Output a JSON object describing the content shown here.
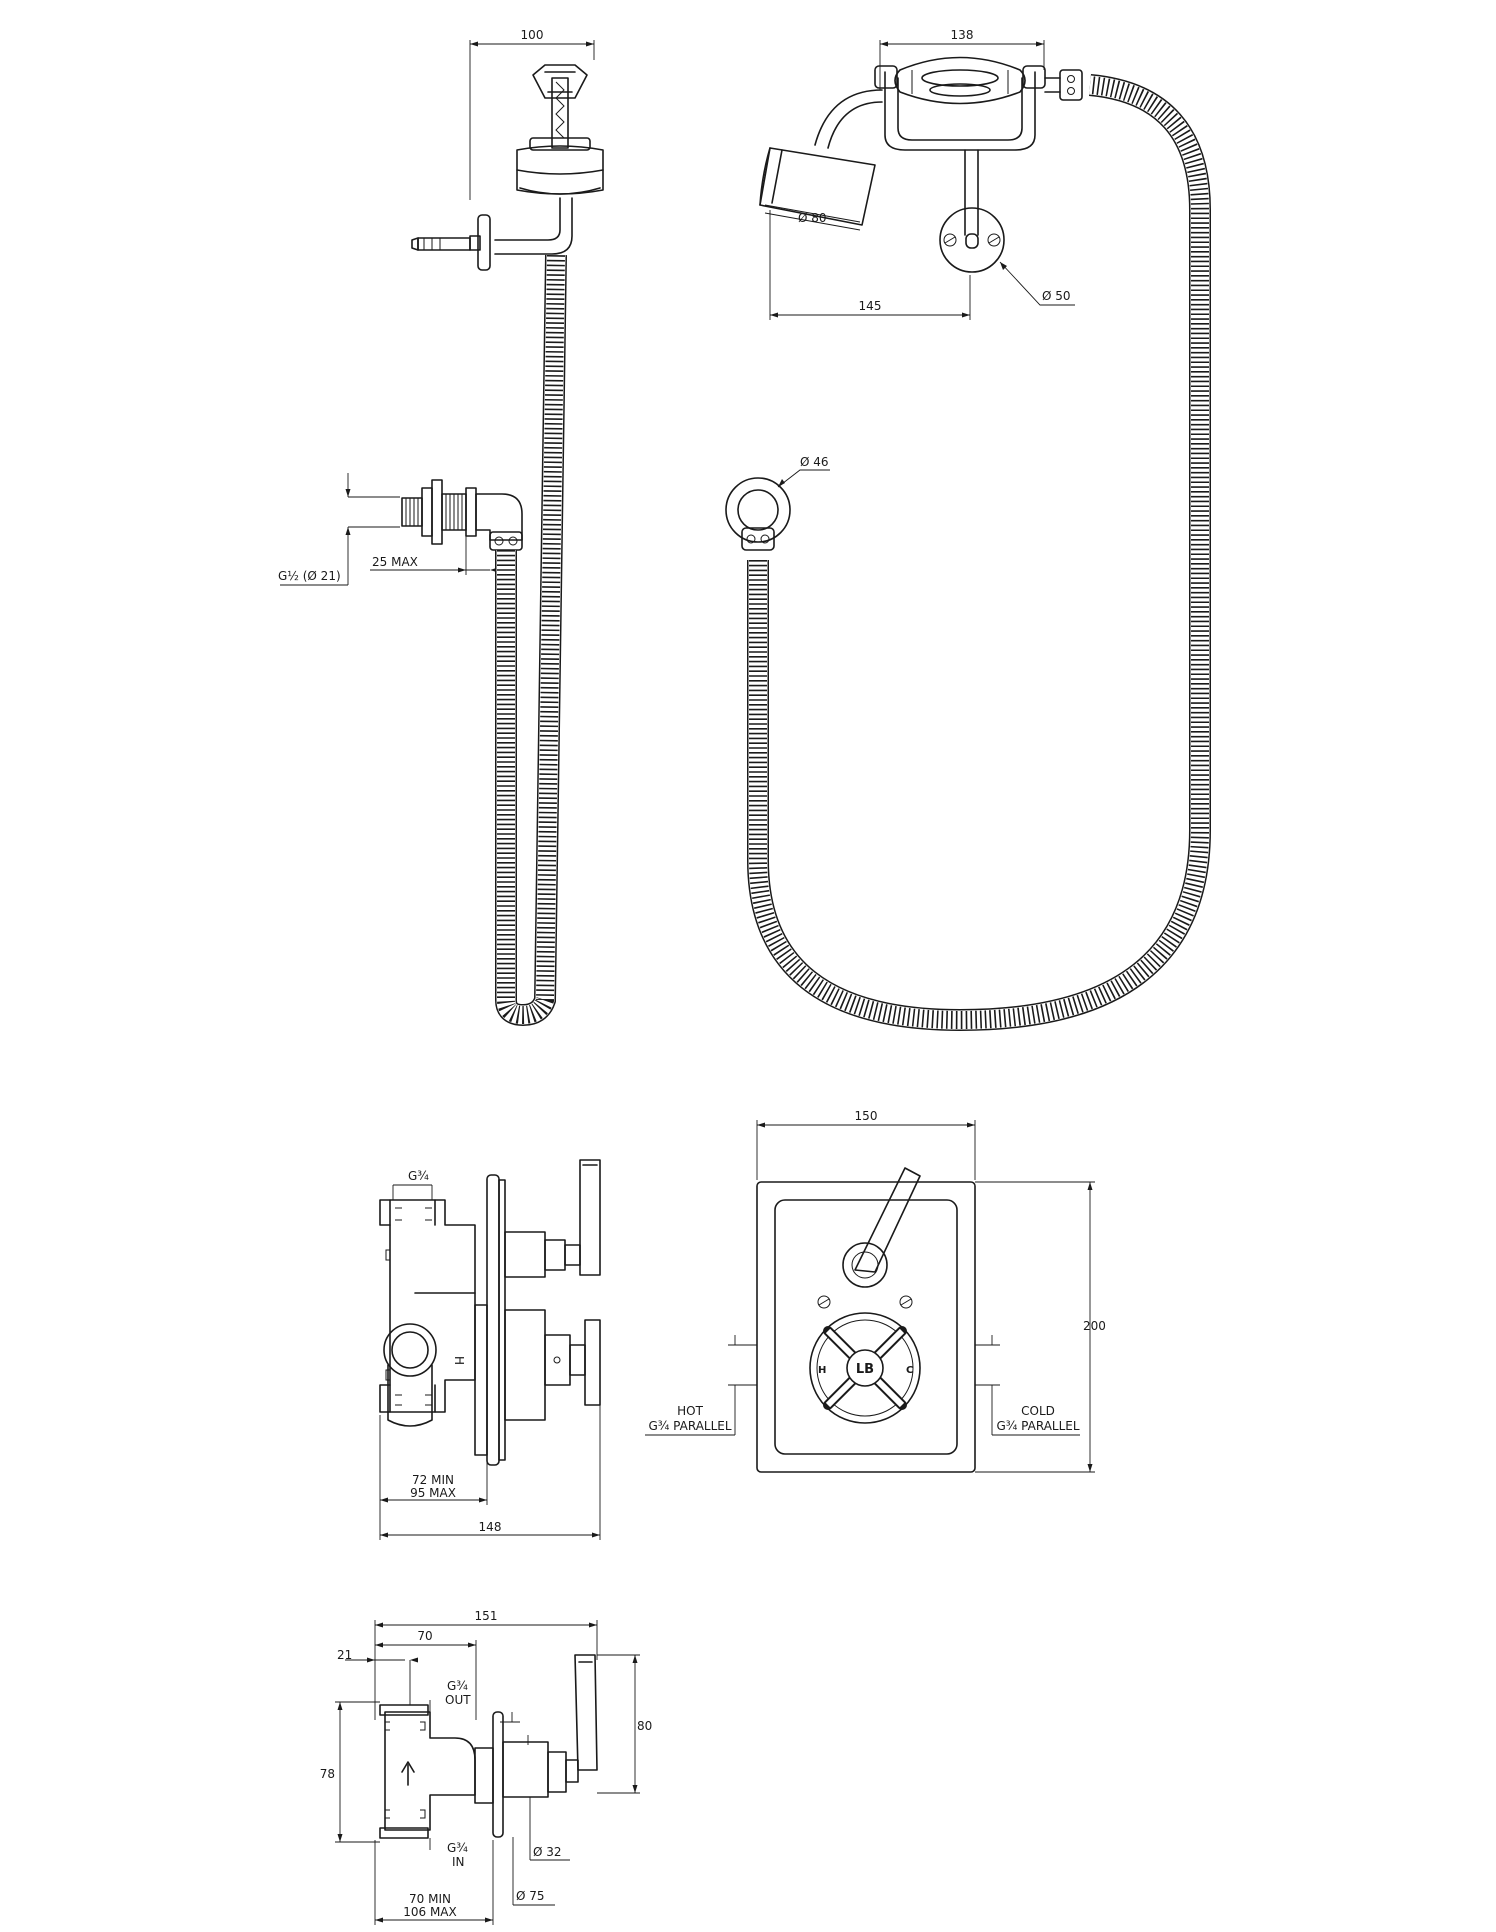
{
  "labels": {
    "d100": "100",
    "d138": "138",
    "d80_head": "Ø 80",
    "d145": "145",
    "d50": "Ø 50",
    "d46": "Ø 46",
    "g12": "G½ (Ø 21)",
    "max25": "25 MAX",
    "g34_top": "G¾",
    "d150": "150",
    "d200": "200",
    "hot_1": "HOT",
    "hot_2": "G¾ PARALLEL",
    "cold_1": "COLD",
    "cold_2": "G¾ PARALLEL",
    "min72": "72 MIN",
    "max95": "95 MAX",
    "d148": "148",
    "d151": "151",
    "d21": "21",
    "d70": "70",
    "g34_out_1": "G¾",
    "g34_out_2": "OUT",
    "d80_side": "80",
    "d78": "78",
    "g34_in_1": "G¾",
    "g34_in_2": "IN",
    "d32": "Ø 32",
    "min70": "70 MIN",
    "max106": "106 MAX",
    "d75": "Ø 75",
    "mark_h": "H",
    "mark_c": "C",
    "mark_lb": "LB",
    "body_h": "H"
  }
}
